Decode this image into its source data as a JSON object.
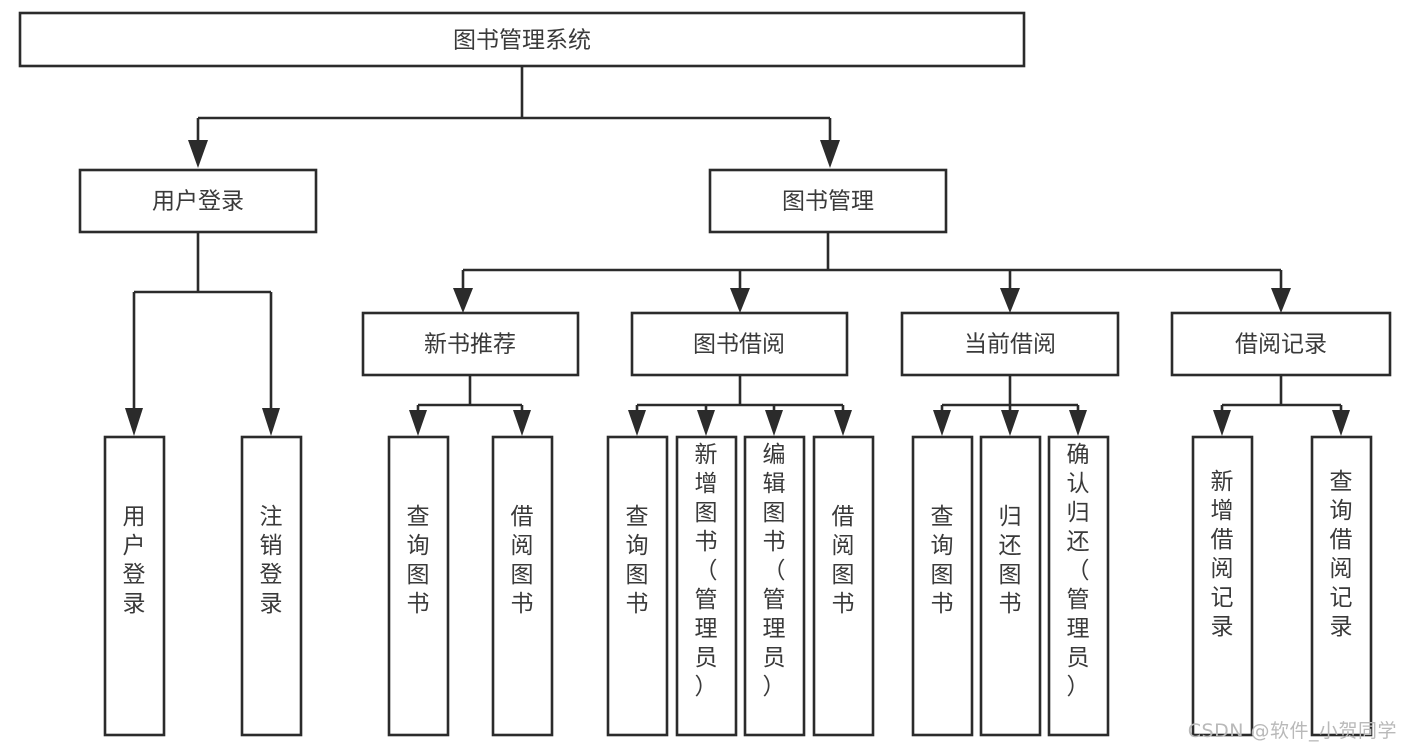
{
  "diagram": {
    "title": "图书管理系统",
    "type": "tree-hierarchy-chart",
    "orientation": "top-down",
    "colors": {
      "box_fill": "#ffffff",
      "box_stroke": "#2b2b2b",
      "text": "#3a3a3a",
      "connector": "#2b2b2b",
      "background": "#ffffff",
      "watermark": "#b9b9b9"
    }
  },
  "watermark": {
    "text": "CSDN @软件_小贺同学"
  },
  "nodes": {
    "root": {
      "label": "图书管理系统",
      "level": 1
    },
    "level2": [
      {
        "id": "user-login",
        "label": "用户登录"
      },
      {
        "id": "book-manage",
        "label": "图书管理"
      }
    ],
    "level3": [
      {
        "id": "new-book-recommend",
        "label": "新书推荐",
        "parent": "book-manage"
      },
      {
        "id": "book-borrow",
        "label": "图书借阅",
        "parent": "book-manage"
      },
      {
        "id": "current-borrow",
        "label": "当前借阅",
        "parent": "book-manage"
      },
      {
        "id": "borrow-record",
        "label": "借阅记录",
        "parent": "book-manage"
      }
    ],
    "leaves": [
      {
        "id": "leaf-user-login",
        "label": "用户登录",
        "parent": "user-login"
      },
      {
        "id": "leaf-logout-login",
        "label": "注销登录",
        "parent": "user-login"
      },
      {
        "id": "leaf-query-book-1",
        "label": "查询图书",
        "parent": "new-book-recommend"
      },
      {
        "id": "leaf-borrow-book-1",
        "label": "借阅图书",
        "parent": "new-book-recommend"
      },
      {
        "id": "leaf-query-book-2",
        "label": "查询图书",
        "parent": "book-borrow"
      },
      {
        "id": "leaf-add-book",
        "label": "新增图书（管理员）",
        "parent": "book-borrow"
      },
      {
        "id": "leaf-edit-book",
        "label": "编辑图书（管理员）",
        "parent": "book-borrow"
      },
      {
        "id": "leaf-borrow-book-2",
        "label": "借阅图书",
        "parent": "book-borrow"
      },
      {
        "id": "leaf-query-book-3",
        "label": "查询图书",
        "parent": "current-borrow"
      },
      {
        "id": "leaf-return-book",
        "label": "归还图书",
        "parent": "current-borrow"
      },
      {
        "id": "leaf-confirm-return",
        "label": "确认归还（管理员）",
        "parent": "current-borrow"
      },
      {
        "id": "leaf-add-record",
        "label": "新增借阅记录",
        "parent": "borrow-record"
      },
      {
        "id": "leaf-query-record",
        "label": "查询借阅记录",
        "parent": "borrow-record"
      }
    ]
  }
}
